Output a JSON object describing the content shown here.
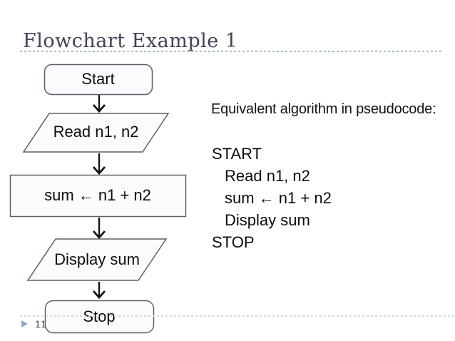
{
  "slide": {
    "title": "Flowchart Example 1",
    "page_number": "11"
  },
  "flowchart": {
    "nodes": [
      {
        "type": "terminator",
        "label": "Start"
      },
      {
        "type": "input-output",
        "label": "Read n1, n2"
      },
      {
        "type": "process",
        "label": "sum ← n1 + n2"
      },
      {
        "type": "input-output",
        "label": "Display sum"
      },
      {
        "type": "terminator",
        "label": "Stop"
      }
    ],
    "connector_icon": "down-arrow"
  },
  "pseudocode": {
    "heading": "Equivalent algorithm in pseudocode:",
    "lines": [
      {
        "text": "START",
        "indent": 0
      },
      {
        "text": "Read n1, n2",
        "indent": 1
      },
      {
        "text": "sum ← n1 + n2",
        "indent": 1
      },
      {
        "text": "Display sum",
        "indent": 1
      },
      {
        "text": "STOP",
        "indent": 0
      }
    ]
  },
  "footer": {
    "bullet_icon": "right-triangle"
  },
  "colors": {
    "title_text": "#3f4458",
    "rule_top": "#a9becf",
    "rule_bottom": "#d6dae0",
    "shape_fill": "#fafbfd",
    "shape_stroke": "#5d6167",
    "arrow": "#141414",
    "advance_icon": "#93a7bc",
    "body_text": "#0d0d0d"
  }
}
